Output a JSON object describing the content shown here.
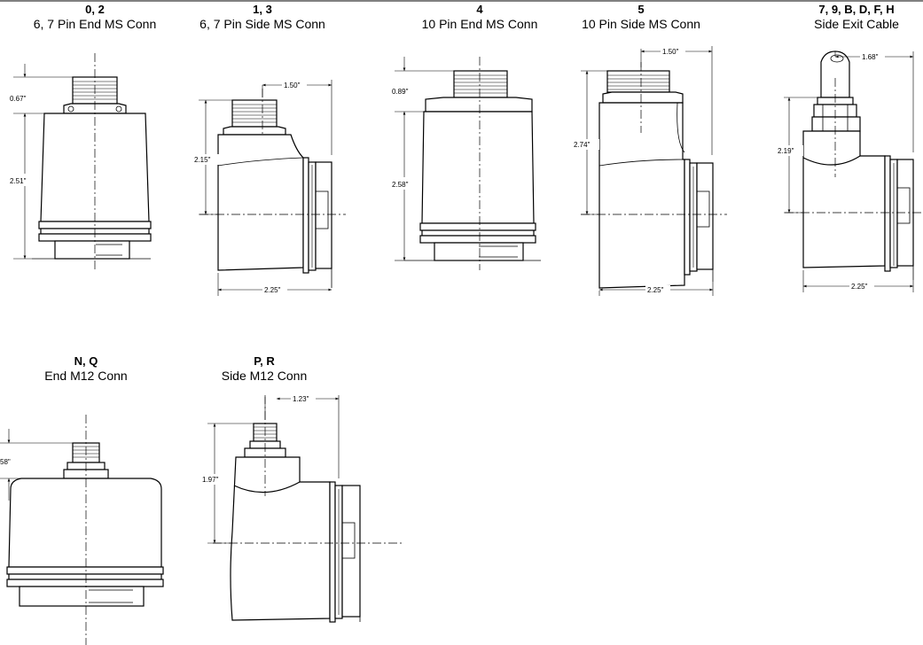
{
  "variants": [
    {
      "code": "0, 2",
      "desc": "6, 7 Pin End MS Conn",
      "dims": [
        "0.67\"",
        "2.51\""
      ]
    },
    {
      "code": "1, 3",
      "desc": "6, 7 Pin Side MS Conn",
      "dims": [
        "1.50\"",
        "2.15\"",
        "2.25\""
      ]
    },
    {
      "code": "4",
      "desc": "10 Pin End MS Conn",
      "dims": [
        "0.89\"",
        "2.58\""
      ]
    },
    {
      "code": "5",
      "desc": "10 Pin Side MS Conn",
      "dims": [
        "1.50\"",
        "2.74\"",
        "2.25\""
      ]
    },
    {
      "code": "7, 9, B, D, F, H",
      "desc": "Side Exit Cable",
      "dims": [
        "1.68\"",
        "2.19\"",
        "2.25\""
      ]
    },
    {
      "code": "N, Q",
      "desc": "End M12 Conn",
      "dims": [
        "58\""
      ]
    },
    {
      "code": "P, R",
      "desc": "Side M12 Conn",
      "dims": [
        "1.23\"",
        "1.97\""
      ]
    }
  ]
}
